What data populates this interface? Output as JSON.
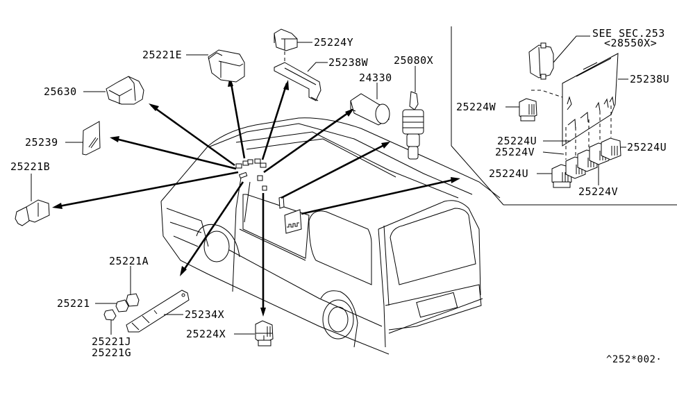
{
  "diagram": {
    "title": "Relay / Electrical Unit Parts Diagram",
    "labels": {
      "p25221E": "25221E",
      "p25630": "25630",
      "p25239": "25239",
      "p25221B": "25221B",
      "p25224Y": "25224Y",
      "p25238W": "25238W",
      "p24330": "24330",
      "p25080X": "25080X",
      "p25221A": "25221A",
      "p25221": "25221",
      "p25221J": "25221J",
      "p25221G": "25221G",
      "p25234X": "25234X",
      "p25224X": "25224X",
      "see_sec": "SEE SEC.253",
      "see_sec_part": "<28550X>",
      "p25238U": "25238U",
      "p25224W": "25224W",
      "p25224U_a": "25224U",
      "p25224V_a": "25224V",
      "p25224U_b": "25224U",
      "p25224U_c": "25224U",
      "p25224V_b": "25224V"
    },
    "footer_code": "^252*002·"
  }
}
